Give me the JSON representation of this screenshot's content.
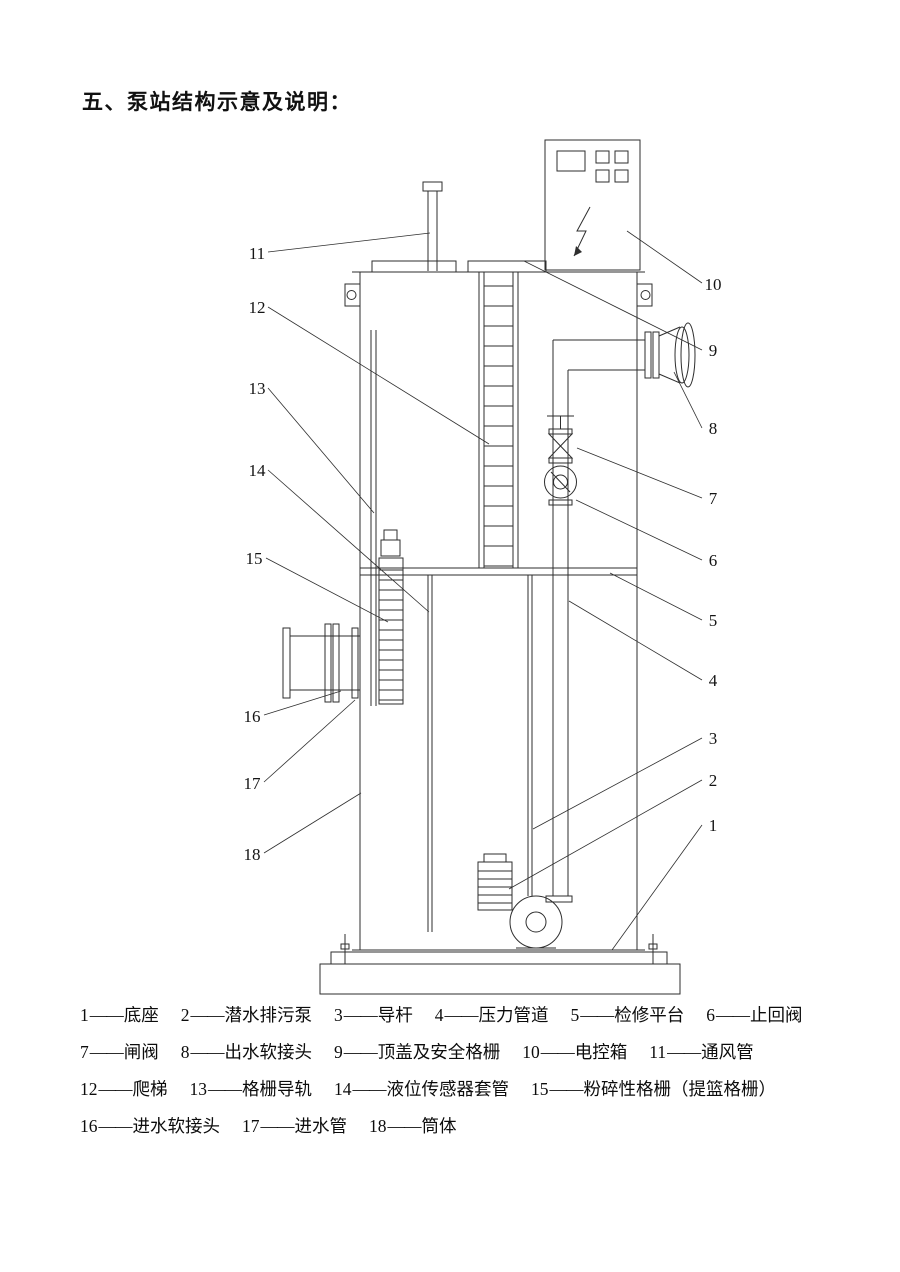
{
  "page": {
    "title": "五、泵站结构示意及说明："
  },
  "callouts": {
    "c1": "1",
    "c2": "2",
    "c3": "3",
    "c4": "4",
    "c5": "5",
    "c6": "6",
    "c7": "7",
    "c8": "8",
    "c9": "9",
    "c10": "10",
    "c11": "11",
    "c12": "12",
    "c13": "13",
    "c14": "14",
    "c15": "15",
    "c16": "16",
    "c17": "17",
    "c18": "18"
  },
  "legend": {
    "separator": "——",
    "rows": [
      {
        "items": [
          {
            "num": "1",
            "label": "底座"
          },
          {
            "num": "2",
            "label": "潜水排污泵"
          },
          {
            "num": "3",
            "label": "导杆"
          },
          {
            "num": "4",
            "label": "压力管道"
          },
          {
            "num": "5",
            "label": "检修平台"
          },
          {
            "num": "6",
            "label": "止回阀"
          }
        ]
      },
      {
        "items": [
          {
            "num": "7",
            "label": "闸阀"
          },
          {
            "num": "8",
            "label": "出水软接头"
          },
          {
            "num": "9",
            "label": "顶盖及安全格栅"
          },
          {
            "num": "10",
            "label": "电控箱"
          },
          {
            "num": "11",
            "label": "通风管"
          }
        ]
      },
      {
        "items": [
          {
            "num": "12",
            "label": "爬梯"
          },
          {
            "num": "13",
            "label": "格栅导轨"
          },
          {
            "num": "14",
            "label": "液位传感器套管"
          },
          {
            "num": "15",
            "label": "粉碎性格栅（提篮格栅）"
          }
        ]
      },
      {
        "items": [
          {
            "num": "16",
            "label": "进水软接头"
          },
          {
            "num": "17",
            "label": "进水管"
          },
          {
            "num": "18",
            "label": "筒体"
          }
        ]
      }
    ]
  }
}
